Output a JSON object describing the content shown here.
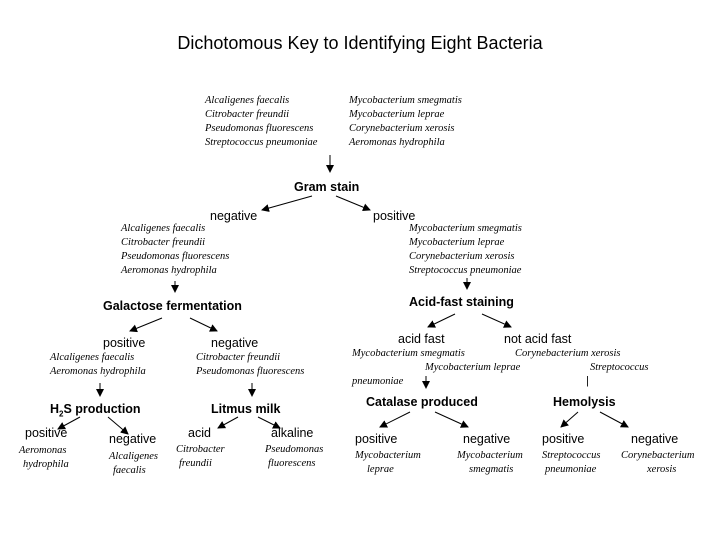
{
  "title": "Dichotomous Key to Identifying Eight Bacteria",
  "root": {
    "left": [
      "Alcaligenes faecalis",
      "Citrobacter freundii",
      "Pseudomonas fluorescens",
      "Streptococcus pneumoniae"
    ],
    "right": [
      "Mycobacterium smegmatis",
      "Mycobacterium leprae",
      "Corynebacterium xerosis",
      "Aeromonas hydrophila"
    ]
  },
  "gram_stain": {
    "label": "Gram stain",
    "negative_label": "negative",
    "positive_label": "positive",
    "negative_species": [
      "Alcaligenes faecalis",
      "Citrobacter freundii",
      "Pseudomonas fluorescens",
      "Aeromonas hydrophila"
    ],
    "positive_species": [
      "Mycobacterium smegmatis",
      "Mycobacterium leprae",
      "Corynebacterium xerosis",
      "Streptococcus pneumoniae"
    ]
  },
  "galactose": {
    "label": "Galactose fermentation",
    "positive_label": "positive",
    "negative_label": "negative",
    "positive_species": [
      "Alcaligenes faecalis",
      "Aeromonas hydrophila"
    ],
    "negative_species": [
      "Citrobacter freundii",
      "Pseudomonas fluorescens"
    ]
  },
  "h2s": {
    "label_prefix": "H",
    "label_sub": "2",
    "label_suffix": "S production",
    "positive_label": "positive",
    "negative_label": "negative",
    "positive_species": [
      "Aeromonas",
      "hydrophila"
    ],
    "negative_species": [
      "Alcaligenes",
      "faecalis"
    ]
  },
  "litmus": {
    "label": "Litmus milk",
    "acid_label": "acid",
    "alkaline_label": "alkaline",
    "acid_species": [
      "Citrobacter",
      "freundii"
    ],
    "alkaline_species": [
      "Pseudomonas",
      "fluorescens"
    ]
  },
  "acid_fast": {
    "label": "Acid-fast staining",
    "fast_label": "acid fast",
    "not_fast_label": "not acid fast",
    "fast_species_1": "Mycobacterium smegmatis",
    "fast_species_2": "Mycobacterium leprae",
    "not_fast_species_1": "Corynebacterium xerosis",
    "not_fast_species_2": "Streptococcus",
    "not_fast_species_3": "pneumoniae",
    "pipe": "|"
  },
  "catalase": {
    "label": "Catalase produced",
    "positive_label": "positive",
    "negative_label": "negative",
    "positive_species": [
      "Mycobacterium",
      "leprae"
    ],
    "negative_species": [
      "Mycobacterium",
      "smegmatis"
    ]
  },
  "hemolysis": {
    "label": "Hemolysis",
    "positive_label": "positive",
    "negative_label": "negative",
    "positive_species": [
      "Streptococcus",
      "pneumoniae"
    ],
    "negative_species": [
      "Corynebacterium",
      "xerosis"
    ]
  }
}
